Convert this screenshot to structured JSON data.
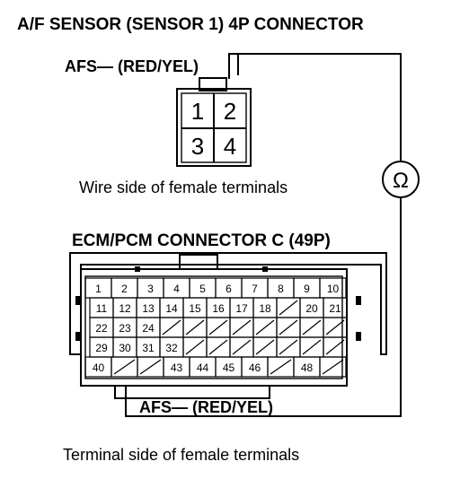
{
  "titles": {
    "af_connector": "A/F SENSOR (SENSOR 1) 4P CONNECTOR",
    "ecm_connector": "ECM/PCM CONNECTOR C (49P)"
  },
  "labels": {
    "afs_top": "AFS— (RED/YEL)",
    "afs_bottom": "AFS— (RED/YEL)",
    "wire_side": "Wire side of female terminals",
    "terminal_side": "Terminal side of female terminals",
    "ohm": "Ω"
  },
  "af_pins": [
    "1",
    "2",
    "3",
    "4"
  ],
  "ecm_rows": [
    [
      "1",
      "2",
      "3",
      "4",
      "5",
      "6",
      "7",
      "8",
      "9",
      "10"
    ],
    [
      "11",
      "12",
      "13",
      "14",
      "15",
      "16",
      "17",
      "18",
      "",
      "20",
      "21"
    ],
    [
      "22",
      "23",
      "24"
    ],
    [
      "29",
      "30",
      "31",
      "32"
    ],
    [
      "40",
      "",
      "",
      "43",
      "44",
      "45",
      "46",
      "",
      "48"
    ]
  ],
  "icons": {
    "ohmmeter": "ohmmeter-icon"
  }
}
